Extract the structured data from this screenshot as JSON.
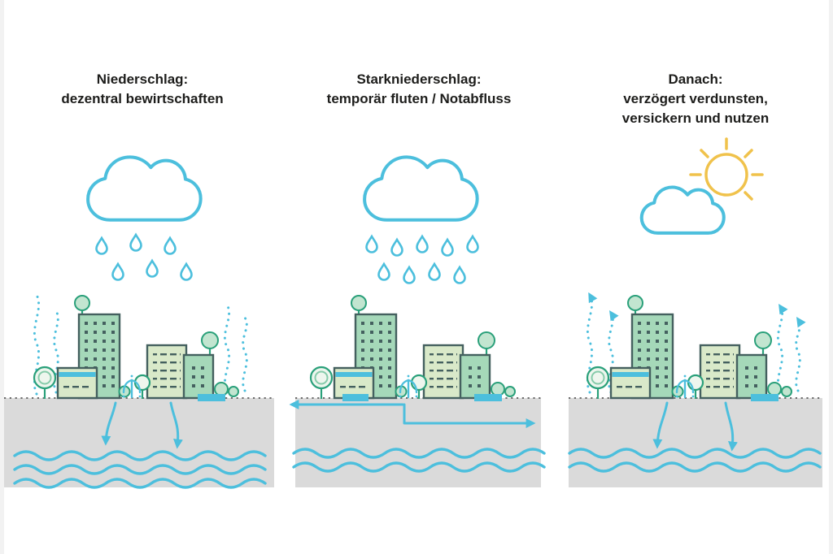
{
  "colors": {
    "teal": "#4cbfdd",
    "green": "#2aa07a",
    "building_outline": "#44605f",
    "building_light": "#d9e9c9",
    "building_medium": "#a5d8b9",
    "ground": "#dadada",
    "sun": "#f0c24b",
    "text": "#1d1d1b"
  },
  "panels": [
    {
      "id": "niederschlag",
      "title_lines": [
        "Niederschlag:",
        "dezentral bewirtschaften"
      ],
      "scene": {
        "sky": "rain-cloud",
        "rain_drops": 6,
        "city": "green-buildings-with-trees-fountain-and-basin",
        "below_ground": "infiltration-arrows-down",
        "groundwater_waves": 3,
        "evaporation_dotted_lines": 4
      }
    },
    {
      "id": "starkniederschlag",
      "title_lines": [
        "Starkniederschlag:",
        "temporär fluten / Notabfluss"
      ],
      "scene": {
        "sky": "heavy-rain-cloud",
        "rain_drops": 9,
        "city": "green-buildings-with-trees-fountain-and-basin",
        "below_ground": "overflow-arrows-left-and-right",
        "groundwater_waves": 2,
        "evaporation_dotted_lines": 0
      }
    },
    {
      "id": "danach",
      "title_lines": [
        "Danach:",
        "verzögert verdunsten,",
        "versickern und nutzen"
      ],
      "scene": {
        "sky": "sun-behind-cloud",
        "rain_drops": 0,
        "city": "green-buildings-with-trees-fountain-and-basin",
        "below_ground": "infiltration-arrows-down",
        "groundwater_waves": 2,
        "evaporation_dotted_lines": 4
      }
    }
  ]
}
